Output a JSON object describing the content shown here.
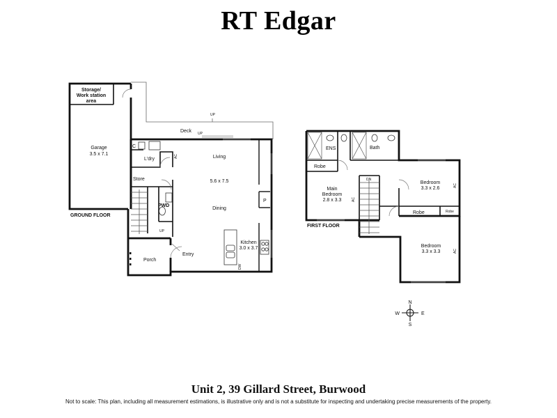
{
  "brand": "RT Edgar",
  "ground_floor": {
    "label": "GROUND FLOOR",
    "rooms": {
      "storage": [
        "Storage/",
        "Work station",
        "area"
      ],
      "garage": [
        "Garage",
        "3.5 x 7.1"
      ],
      "c": "C",
      "ldry": "L'dry",
      "store": "Store",
      "pwd": "PWD",
      "deck": "Deck",
      "living": "Living",
      "living_dims": "5.6 x 7.5",
      "dining": "Dining",
      "pantry": "P",
      "kitchen": [
        "Kitchen",
        "3.0 x 3.7"
      ],
      "entry": "Entry",
      "porch": "Porch"
    },
    "marks": {
      "up": "UP",
      "ac": "AC",
      "dw": "DW"
    }
  },
  "first_floor": {
    "label": "FIRST FLOOR",
    "rooms": {
      "ens": "ENS",
      "bath": "Bath",
      "robe": "Robe",
      "main_bedroom": [
        "Main",
        "Bedroom",
        "2.8 x 3.3"
      ],
      "dn": "DN",
      "bedroom_ne": [
        "Bedroom",
        "3.3 x 2.6"
      ],
      "bedroom_se": [
        "Bedroom",
        "3.3 x 3.3"
      ]
    },
    "marks": {
      "ac": "AC"
    }
  },
  "compass": {
    "n": "N",
    "s": "S",
    "e": "E",
    "w": "W"
  },
  "address": "Unit 2, 39 Gillard Street, Burwood",
  "disclaimer": "Not to scale: This plan, including all measurement estimations, is illustrative only and is not a substitute for inspecting and  undertaking precise measurements of the property."
}
